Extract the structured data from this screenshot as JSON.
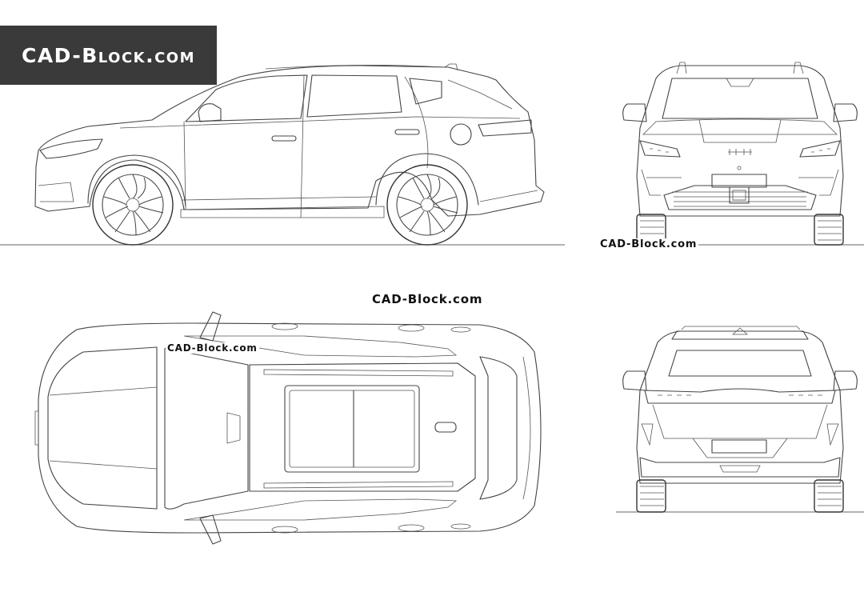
{
  "logo": {
    "text": "CAD-Block.com"
  },
  "watermarks": [
    "CAD-Block.com",
    "CAD-Block.com",
    "CAD-Block.com"
  ],
  "colors": {
    "logo_background": "#3a3a3a",
    "logo_text": "#ffffff",
    "line": "#444444",
    "background": "#ffffff"
  }
}
